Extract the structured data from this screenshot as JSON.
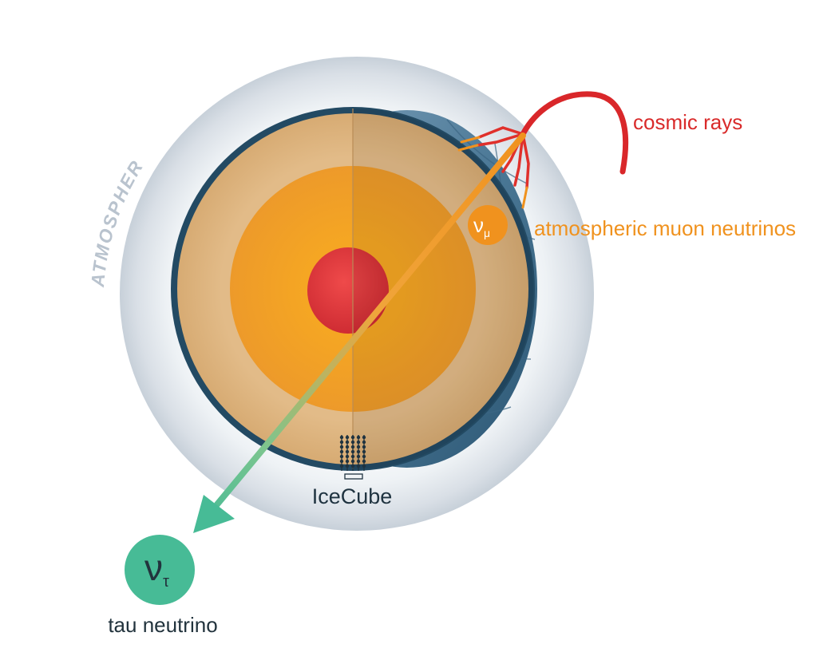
{
  "labels": {
    "cosmic_rays": "cosmic rays",
    "atmospheric_muon_neutrinos": "atmospheric muon neutrinos",
    "atmosphere": "ATMOSPHERE",
    "icecube": "IceCube",
    "tau_neutrino": "tau neutrino"
  },
  "symbols": {
    "muon_neutrino_base": "ν",
    "muon_neutrino_sub": "μ",
    "tau_neutrino_base": "ν",
    "tau_neutrino_sub": "τ"
  },
  "colors": {
    "cosmic_rays": "#d92a2a",
    "atmospheric_muon_neutrinos": "#f0921e",
    "atmosphere_text": "#b9c3ce",
    "icecube_text": "#1f3340",
    "tau_neutrino": "#47bb96",
    "tau_neutrino_text": "#22333d",
    "inner_core": "#e2393d",
    "outer_core": "#f3a12c",
    "mantle": "#dfb784",
    "crust": "#244a63",
    "ocean": "#4f7b98"
  }
}
